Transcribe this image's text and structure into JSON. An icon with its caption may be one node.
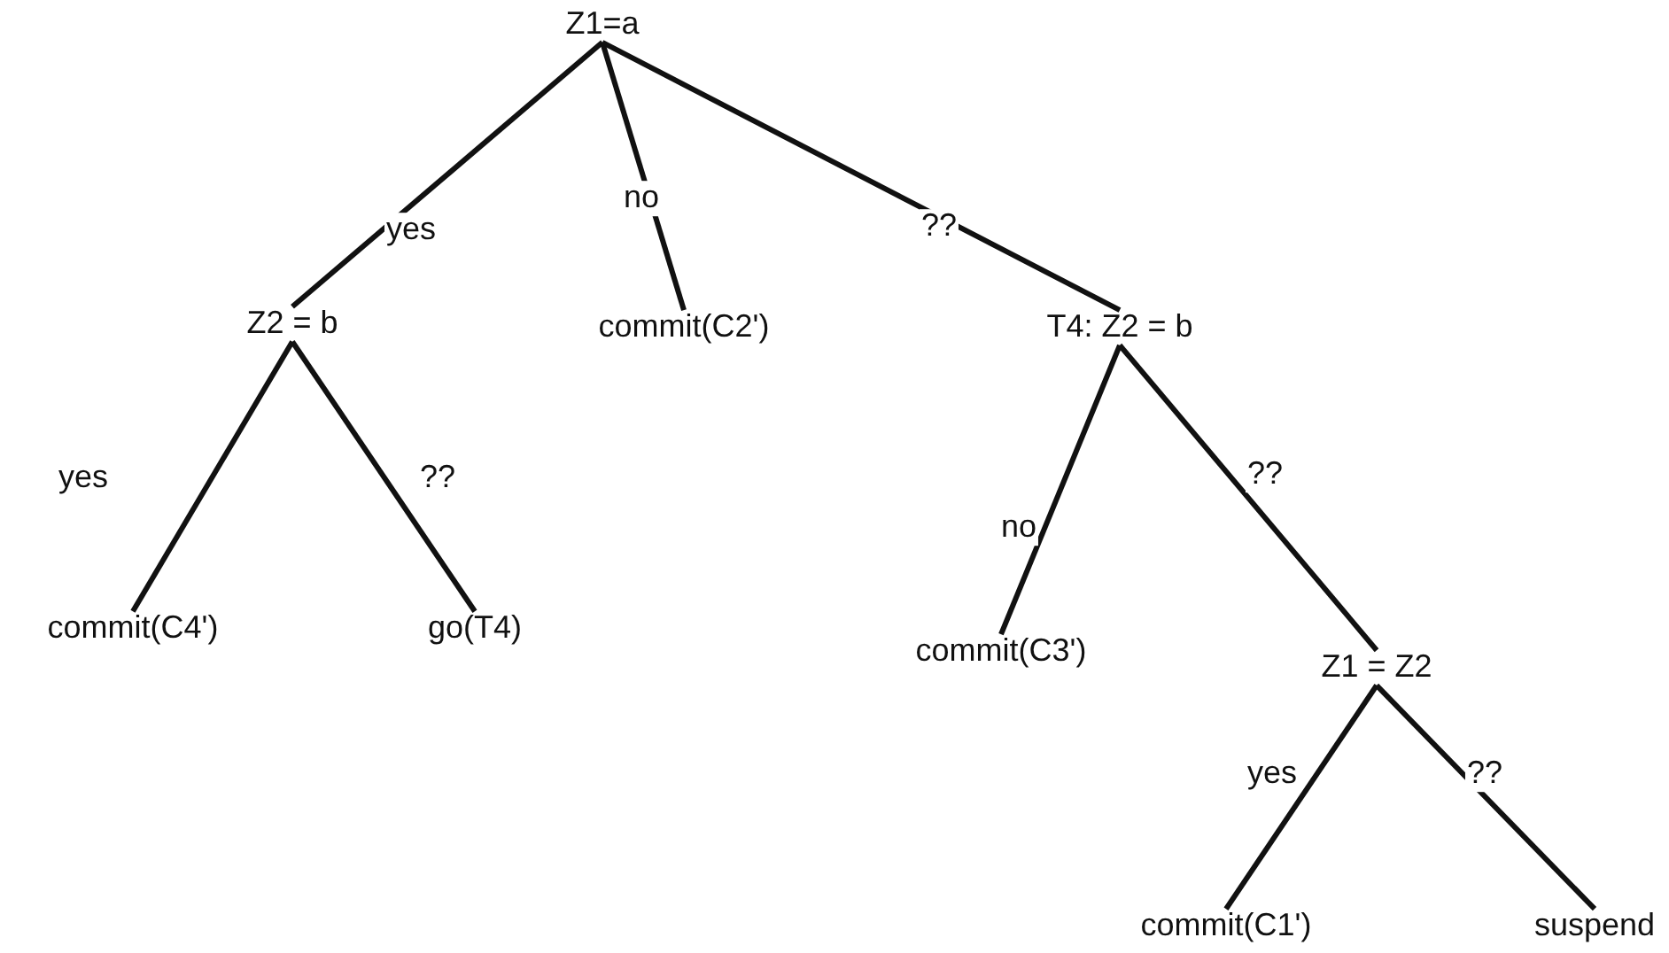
{
  "diagram": {
    "nodes": [
      {
        "text": [
          "Z1=a"
        ]
      },
      {
        "text": [
          "Z2 = b"
        ]
      },
      {
        "text": [
          "commit(C2')"
        ]
      },
      {
        "text": [
          "T4: Z2 = b"
        ]
      },
      {
        "text": [
          "commit(C4')"
        ]
      },
      {
        "text": [
          "go(T4)"
        ]
      },
      {
        "text": [
          "commit(C3')"
        ]
      },
      {
        "text": [
          "Z1 = Z2"
        ]
      },
      {
        "text": [
          "commit(C1')"
        ]
      },
      {
        "text": [
          "suspend"
        ]
      }
    ],
    "edges": [
      {
        "from": 0,
        "to": 1,
        "arrow": "none",
        "label": "yes"
      },
      {
        "from": 0,
        "to": 2,
        "arrow": "none",
        "label": "no"
      },
      {
        "from": 0,
        "to": 3,
        "arrow": "none",
        "label": "??"
      },
      {
        "from": 1,
        "to": 4,
        "arrow": "none",
        "label": "yes"
      },
      {
        "from": 1,
        "to": 5,
        "arrow": "none",
        "label": "??"
      },
      {
        "from": 3,
        "to": 6,
        "arrow": "none",
        "label": "no"
      },
      {
        "from": 3,
        "to": 7,
        "arrow": "none",
        "label": "??"
      },
      {
        "from": 7,
        "to": 8,
        "arrow": "none",
        "label": "yes"
      },
      {
        "from": 7,
        "to": 9,
        "arrow": "none",
        "label": "??"
      }
    ]
  }
}
